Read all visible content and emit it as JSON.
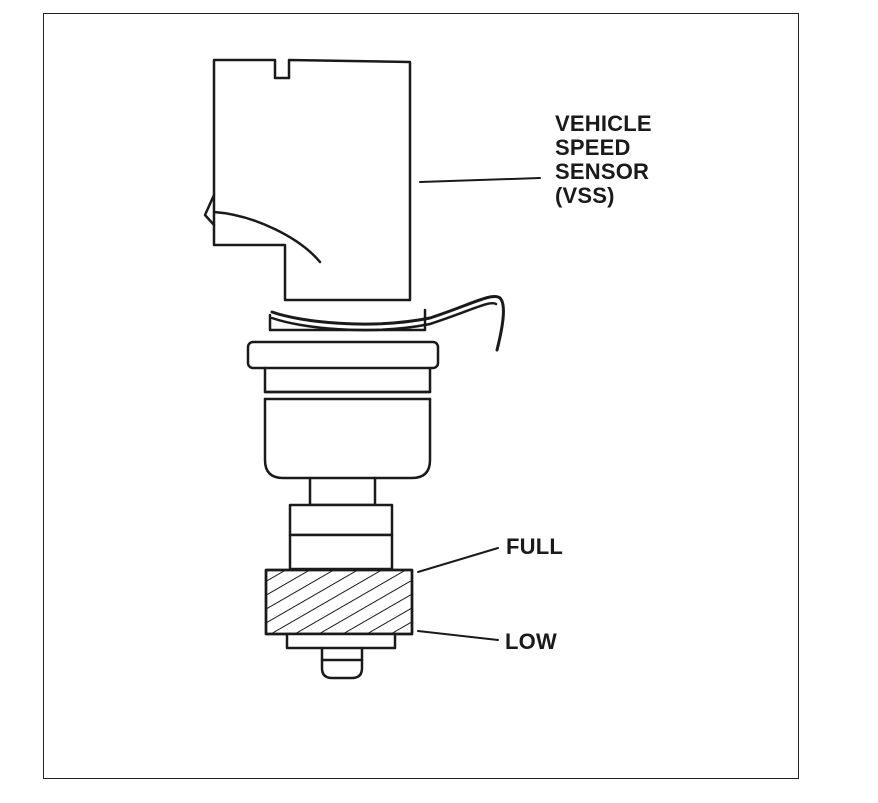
{
  "labels": {
    "vss": [
      "VEHICLE",
      "SPEED",
      "SENSOR",
      "(VSS)"
    ],
    "full": "FULL",
    "low": "LOW"
  },
  "colors": {
    "ink": "#1a1a1a",
    "background": "#ffffff"
  }
}
